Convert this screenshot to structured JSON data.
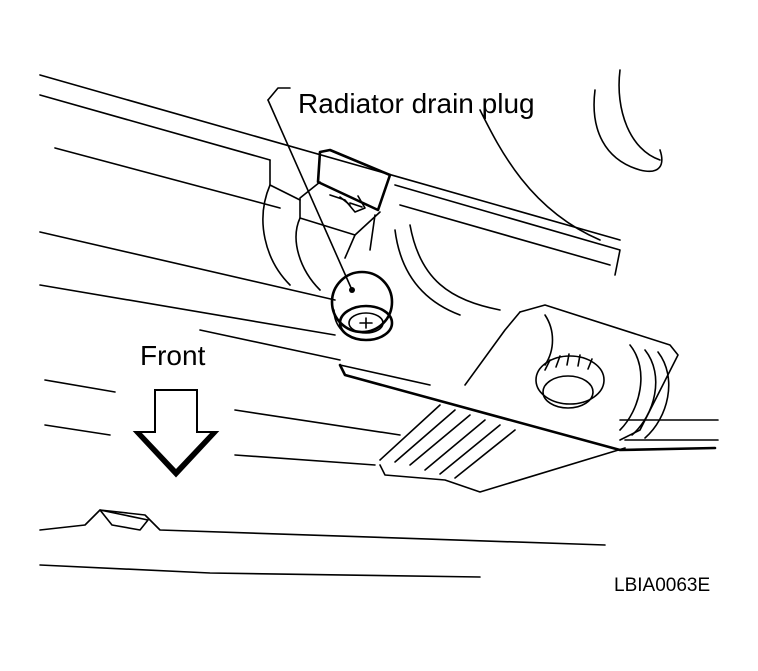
{
  "labels": {
    "radiator_drain_plug": "Radiator drain plug",
    "front": "Front",
    "figure_code": "LBIA0063E"
  },
  "colors": {
    "line": "#000000",
    "background": "#ffffff"
  }
}
